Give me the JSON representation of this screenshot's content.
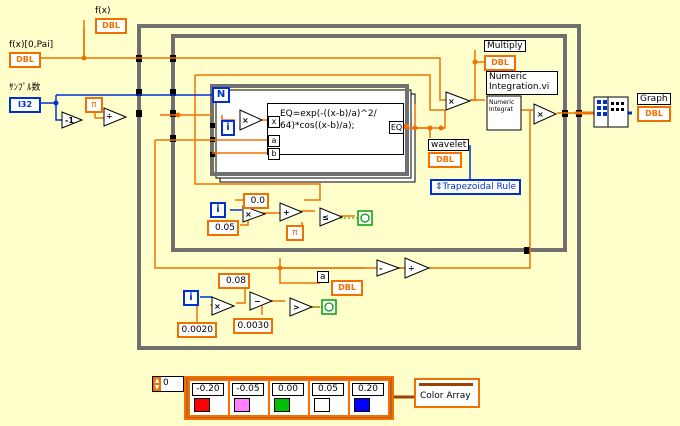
{
  "labels": {
    "fx": "f(x)",
    "fx_range": "f(x)[0,Pai]",
    "samples": "ｻﾝﾌﾟﾙ数",
    "multiply": "Multiply",
    "numeric": "Numeric\nIntegration.vi",
    "graph": "Graph",
    "wavelet": "wavelet",
    "a": "a",
    "color_array": "Color Array",
    "formula": "EQ=exp(-((x-b)/a)^2/\n64)*cos((x-b)/a);",
    "trap": "Trapezoidal Rule",
    "eq_out": "EQ",
    "x_in": "x",
    "a_in": "a",
    "b_in": "b",
    "N": "N",
    "i": "i",
    "pi": "π",
    "numeric_icon": "Numeric\nIntegrat"
  },
  "terminals": {
    "dbl": "DBL",
    "i32": "I32"
  },
  "constants": {
    "c0": "0.0",
    "c005": "0.05",
    "c008": "0.08",
    "c0002": "0.0020",
    "c0003": "0.0030",
    "array_index": "0"
  },
  "color_array": [
    {
      "value": "-0.20",
      "color": "#ff0000"
    },
    {
      "value": "-0.05",
      "color": "#ff80ff"
    },
    {
      "value": "0.00",
      "color": "#00c000"
    },
    {
      "value": "0.05",
      "color": "#ffffff"
    },
    {
      "value": "0.20",
      "color": "#0000ff"
    }
  ],
  "colors": {
    "background": "#ffffcc",
    "loop": "#707070",
    "dbl_wire": "#f07000",
    "i32_wire": "#0030d0"
  }
}
